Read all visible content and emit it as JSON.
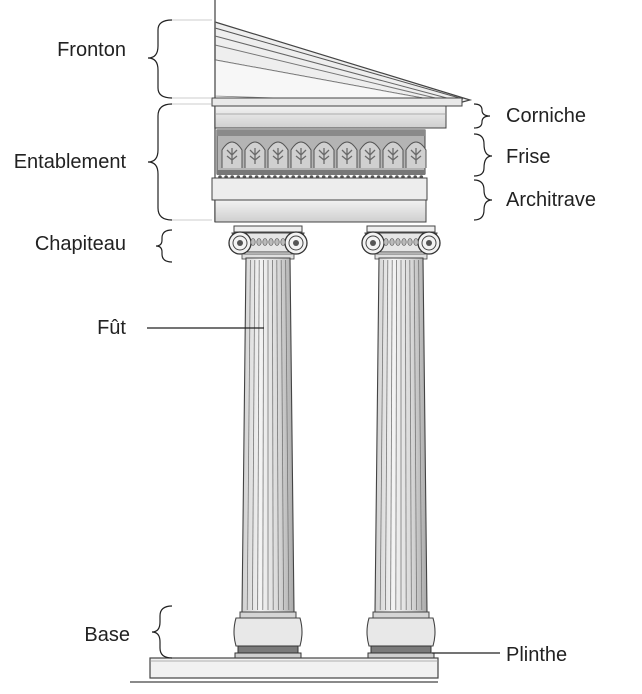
{
  "labels": {
    "fronton": "Fronton",
    "entablement": "Entablement",
    "corniche": "Corniche",
    "frise": "Frise",
    "architrave": "Architrave",
    "chapiteau": "Chapiteau",
    "fut": "Fût",
    "base": "Base",
    "plinthe": "Plinthe"
  },
  "colors": {
    "ink": "#333333",
    "stone": "#e4e4e4",
    "stone_shadow": "#bdbdbd",
    "frieze": "#9a9a9a",
    "frieze_leaf": "#6a6a6a"
  }
}
